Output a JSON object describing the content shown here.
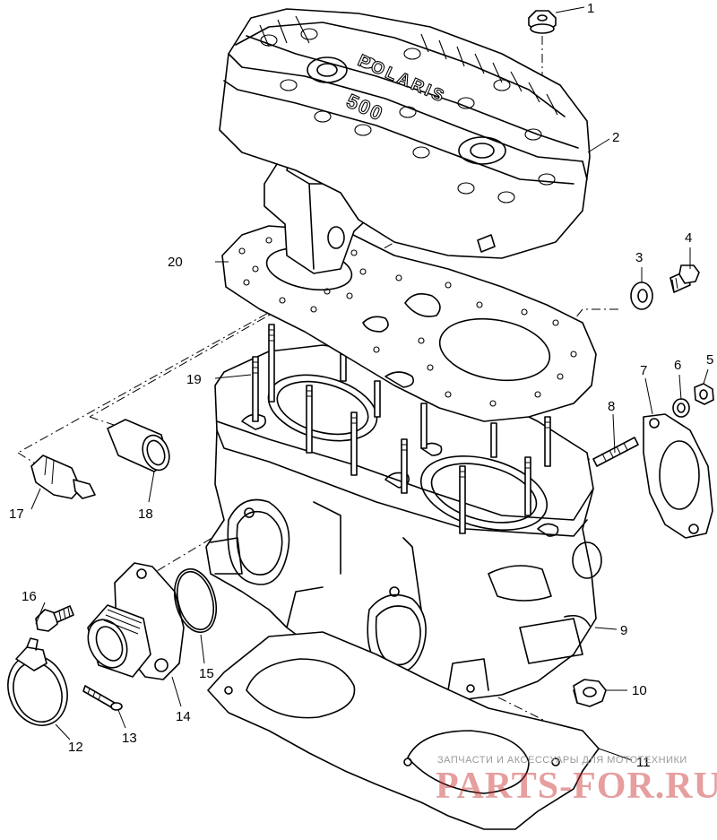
{
  "cover_text": {
    "brand": "POLARIS",
    "model": "500"
  },
  "callouts": [
    "1",
    "2",
    "3",
    "4",
    "5",
    "6",
    "7",
    "8",
    "9",
    "10",
    "11",
    "12",
    "13",
    "14",
    "15",
    "16",
    "17",
    "18",
    "19",
    "20"
  ],
  "watermark": {
    "tagline": "ЗАПЧАСТИ И АКСЕССУАРЫ ДЛЯ МОТОТЕХНИКИ",
    "site": "PARTS-FOR.RU",
    "color": "#c82828"
  }
}
